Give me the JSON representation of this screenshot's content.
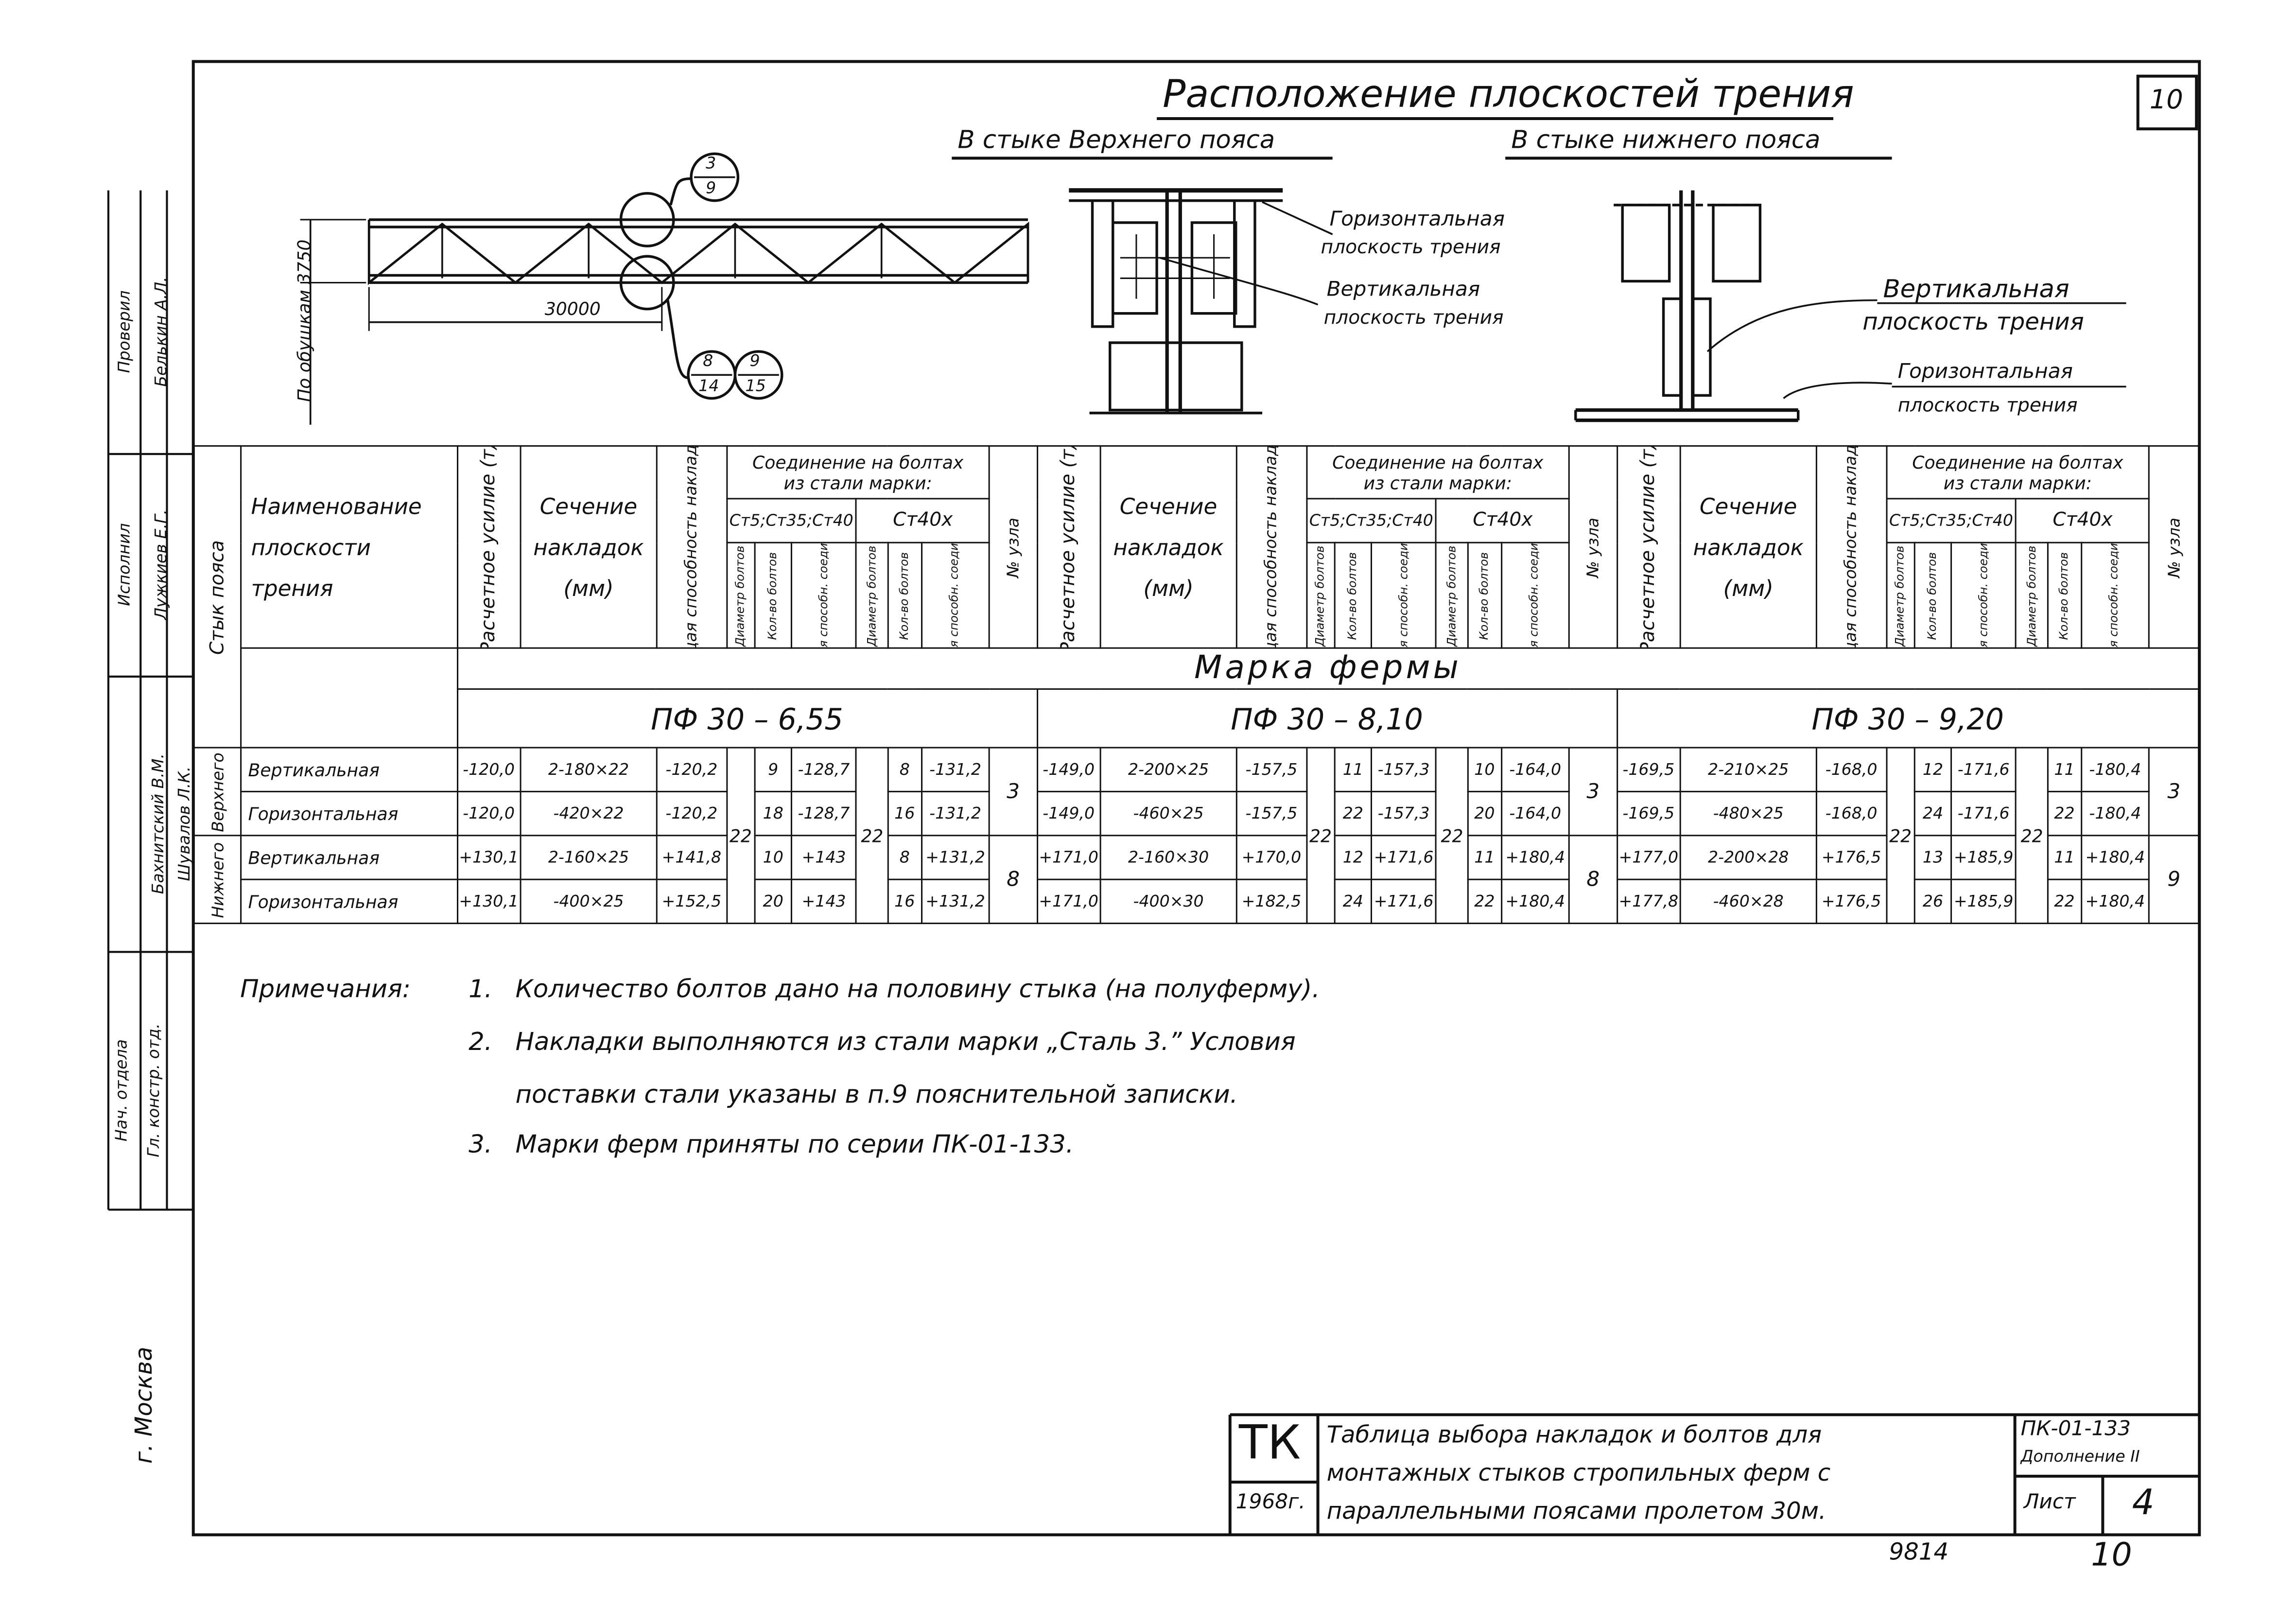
{
  "sheet": {
    "corner_number": "10",
    "title": "Расположение плоскостей трения",
    "sub_top": "В стыке Верхнего пояса",
    "sub_bottom": "В стыке нижнего пояса"
  },
  "truss": {
    "height_label": "По обушкам 3750",
    "span_label": "30000",
    "callout_top": {
      "num": "3",
      "den": "9"
    },
    "callout_bottom": [
      {
        "num": "8",
        "den": "14"
      },
      {
        "num": "9",
        "den": "15"
      }
    ]
  },
  "diagram_labels": {
    "top_horizontal": [
      "Горизонтальная",
      "плоскость трения"
    ],
    "top_vertical": [
      "Вертикальная",
      "плоскость трения"
    ],
    "bottom_vertical": [
      "Вертикальная",
      "плоскость трения"
    ],
    "bottom_horizontal": [
      "Горизонтальная",
      "плоскость трения"
    ]
  },
  "side_stamp": {
    "rows": [
      {
        "role": "Исполнил",
        "name": "Лужкиев Е.Г."
      },
      {
        "role": "Проверил",
        "name": "Белькин А.Л."
      },
      {
        "role": "Нач. отдела",
        "name": "Бахнитский В.М."
      },
      {
        "role": "Гл. констр. отд.",
        "name": "Шувалов Л.К."
      }
    ],
    "city": "г. Москва"
  },
  "table": {
    "headers": {
      "joint": "Стык пояса",
      "plane_name": [
        "Наименование",
        "плоскости",
        "трения"
      ],
      "force": "Расчетное усилие (т)",
      "section": [
        "Сечение",
        "накладок",
        "(мм)"
      ],
      "capacity": "Несущая способность накладок (т)",
      "bolts_title": [
        "Соединение на болтах",
        "из стали марки:"
      ],
      "steel_a": "Cт5;Cт35;Cт40",
      "steel_b": "Cт40х",
      "diam": "Диаметр болтов",
      "count": "Кол-во болтов",
      "conn_cap": "Несущая способн. соединен. (т)",
      "node": "№ узла",
      "truss_mark": "Марка фермы"
    },
    "joints": [
      "Верхнего",
      "Нижнего"
    ],
    "plane_names": [
      "Вертикальная",
      "Горизонтальная",
      "Вертикальная",
      "Горизонтальная"
    ],
    "groups": [
      {
        "mark": "ПФ 30 – 6,55",
        "diam_a": "22",
        "diam_b": "22",
        "nodes": [
          "3",
          "8"
        ],
        "rows": [
          {
            "force": "-120,0",
            "section": "2-180×22",
            "capacity": "-120,2",
            "count_a": "9",
            "cap_a": "-128,7",
            "count_b": "8",
            "cap_b": "-131,2"
          },
          {
            "force": "-120,0",
            "section": "-420×22",
            "capacity": "-120,2",
            "count_a": "18",
            "cap_a": "-128,7",
            "count_b": "16",
            "cap_b": "-131,2"
          },
          {
            "force": "+130,1",
            "section": "2-160×25",
            "capacity": "+141,8",
            "count_a": "10",
            "cap_a": "+143",
            "count_b": "8",
            "cap_b": "+131,2"
          },
          {
            "force": "+130,1",
            "section": "-400×25",
            "capacity": "+152,5",
            "count_a": "20",
            "cap_a": "+143",
            "count_b": "16",
            "cap_b": "+131,2"
          }
        ]
      },
      {
        "mark": "ПФ 30 – 8,10",
        "diam_a": "22",
        "diam_b": "22",
        "nodes": [
          "3",
          "8"
        ],
        "rows": [
          {
            "force": "-149,0",
            "section": "2-200×25",
            "capacity": "-157,5",
            "count_a": "11",
            "cap_a": "-157,3",
            "count_b": "10",
            "cap_b": "-164,0"
          },
          {
            "force": "-149,0",
            "section": "-460×25",
            "capacity": "-157,5",
            "count_a": "22",
            "cap_a": "-157,3",
            "count_b": "20",
            "cap_b": "-164,0"
          },
          {
            "force": "+171,0",
            "section": "2-160×30",
            "capacity": "+170,0",
            "count_a": "12",
            "cap_a": "+171,6",
            "count_b": "11",
            "cap_b": "+180,4"
          },
          {
            "force": "+171,0",
            "section": "-400×30",
            "capacity": "+182,5",
            "count_a": "24",
            "cap_a": "+171,6",
            "count_b": "22",
            "cap_b": "+180,4"
          }
        ]
      },
      {
        "mark": "ПФ 30 – 9,20",
        "diam_a": "22",
        "diam_b": "22",
        "nodes": [
          "3",
          "9"
        ],
        "rows": [
          {
            "force": "-169,5",
            "section": "2-210×25",
            "capacity": "-168,0",
            "count_a": "12",
            "cap_a": "-171,6",
            "count_b": "11",
            "cap_b": "-180,4"
          },
          {
            "force": "-169,5",
            "section": "-480×25",
            "capacity": "-168,0",
            "count_a": "24",
            "cap_a": "-171,6",
            "count_b": "22",
            "cap_b": "-180,4"
          },
          {
            "force": "+177,0",
            "section": "2-200×28",
            "capacity": "+176,5",
            "count_a": "13",
            "cap_a": "+185,9",
            "count_b": "11",
            "cap_b": "+180,4"
          },
          {
            "force": "+177,8",
            "section": "-460×28",
            "capacity": "+176,5",
            "count_a": "26",
            "cap_a": "+185,9",
            "count_b": "22",
            "cap_b": "+180,4"
          }
        ]
      }
    ]
  },
  "notes": {
    "label": "Примечания:",
    "items": [
      {
        "n": "1.",
        "text": "Количество болтов дано на половину стыка (на полуферму)."
      },
      {
        "n": "2.",
        "text": "Накладки выполняются из стали марки „Сталь 3.” Условия"
      },
      {
        "n": "",
        "text": "поставки стали указаны в п.9 пояснительной записки."
      },
      {
        "n": "3.",
        "text": "Марки ферм приняты по серии ПК-01-133."
      }
    ]
  },
  "title_block": {
    "org": "ТК",
    "year": "1968г.",
    "title_lines": [
      "Таблица выбора накладок и болтов для",
      "монтажных стыков стропильных ферм с",
      "параллельными поясами пролетом 30м."
    ],
    "series": "ПК-01-133",
    "supplement": "Дополнение II",
    "sheet_label": "Лист",
    "sheet_no": "4",
    "below_left": "9814",
    "below_right": "10"
  }
}
